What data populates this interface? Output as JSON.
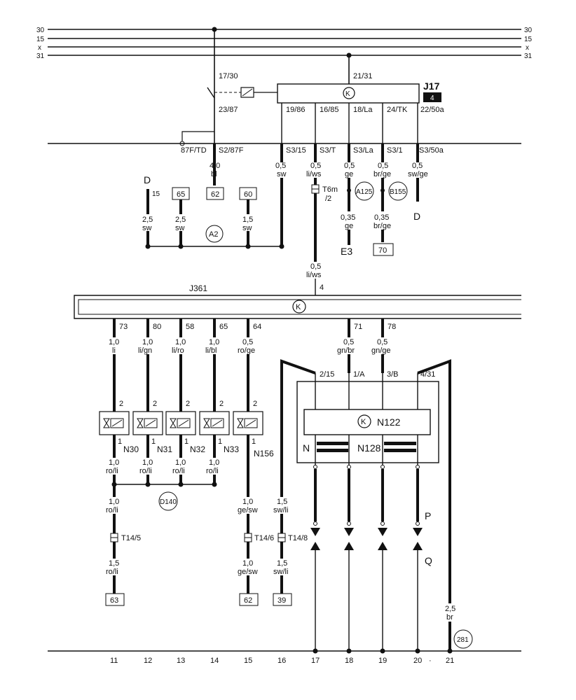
{
  "rails": {
    "left": [
      "30",
      "15",
      "x",
      "31"
    ],
    "right": [
      "30",
      "15",
      "x",
      "31"
    ]
  },
  "j17": {
    "label": "J17",
    "badge": "4",
    "top_pins": [
      "17/30",
      "21/31"
    ],
    "relay_pin": "23/87",
    "pins": [
      "19/86",
      "16/85",
      "18/La",
      "24/TK",
      "22/50a"
    ]
  },
  "connectors_s": [
    "87F/TD",
    "S2/87F",
    "S3/15",
    "S3/T",
    "S3/La",
    "S3/1",
    "S3/50a"
  ],
  "wires_top": {
    "w62": {
      "size": "4,0",
      "color": "bl"
    },
    "w_s315": {
      "size": "0,5",
      "color": "sw"
    },
    "w_s3t": {
      "size": "0,5",
      "color": "li/ws"
    },
    "w_s3la": {
      "size": "0,5",
      "color": "ge"
    },
    "w_s31": {
      "size": "0,5",
      "color": "br/ge"
    },
    "w_s350a": {
      "size": "0,5",
      "color": "sw/ge"
    },
    "w_ge035": {
      "size": "0,35",
      "color": "ge"
    },
    "w_brge035": {
      "size": "0,35",
      "color": "br/ge"
    },
    "w_d15": {
      "size": "2,5",
      "color": "sw"
    },
    "w_65": {
      "size": "2,5",
      "color": "sw"
    },
    "w_60": {
      "size": "1,5",
      "color": "sw"
    },
    "w_j361": {
      "size": "0,5",
      "color": "li/ws"
    }
  },
  "labels_top": {
    "d_left": "D",
    "d_pin": "15",
    "box65": "65",
    "box62": "62",
    "box60": "60",
    "a2": "A2",
    "t6m": "T6m",
    "t6m_pin": "/2",
    "a125": "A125",
    "b155": "B155",
    "d_right": "D",
    "e3": "E3",
    "box70": "70"
  },
  "j361": {
    "label": "J361",
    "pin_top": "4",
    "pins": [
      "73",
      "80",
      "58",
      "65",
      "64",
      "71",
      "78"
    ]
  },
  "wires_mid": [
    {
      "size": "1,0",
      "color": "li"
    },
    {
      "size": "1,0",
      "color": "li/gn"
    },
    {
      "size": "1,0",
      "color": "li/ro"
    },
    {
      "size": "1,0",
      "color": "li/bl"
    },
    {
      "size": "0,5",
      "color": "ro/ge"
    },
    {
      "size": "0,5",
      "color": "gn/br"
    },
    {
      "size": "0,5",
      "color": "gn/ge"
    }
  ],
  "valves": {
    "pin_in": "2",
    "pin_out": "1",
    "names": [
      "N30",
      "N31",
      "N32",
      "N33",
      "N156"
    ]
  },
  "wires_valve_out": [
    {
      "size": "1,0",
      "color": "ro/li"
    },
    {
      "size": "1,0",
      "color": "ro/li"
    },
    {
      "size": "1,0",
      "color": "ro/li"
    },
    {
      "size": "1,0",
      "color": "ro/li"
    }
  ],
  "lower": {
    "ro_li_1": {
      "size": "1,0",
      "color": "ro/li"
    },
    "ro_li_15": {
      "size": "1,5",
      "color": "ro/li"
    },
    "ge_sw_1": {
      "size": "1,0",
      "color": "ge/sw"
    },
    "ge_sw_2": {
      "size": "1,0",
      "color": "ge/sw"
    },
    "sw_li_1": {
      "size": "1,5",
      "color": "sw/li"
    },
    "sw_li_2": {
      "size": "1,5",
      "color": "sw/li"
    },
    "br": {
      "size": "2,5",
      "color": "br"
    },
    "d140": "D140",
    "t145": "T14/5",
    "t146": "T14/6",
    "t148": "T14/8",
    "box63": "63",
    "box62": "62",
    "box39": "39",
    "circle281": "281"
  },
  "module": {
    "pins": [
      "2/15",
      "1/A",
      "3/B",
      "4/31"
    ],
    "n122": "N122",
    "n": "N",
    "n128": "N128",
    "p": "P",
    "q": "Q"
  },
  "current_tracks": [
    "11",
    "12",
    "13",
    "14",
    "15",
    "16",
    "17",
    "18",
    "19",
    "20",
    "21"
  ],
  "track_dot": "·"
}
